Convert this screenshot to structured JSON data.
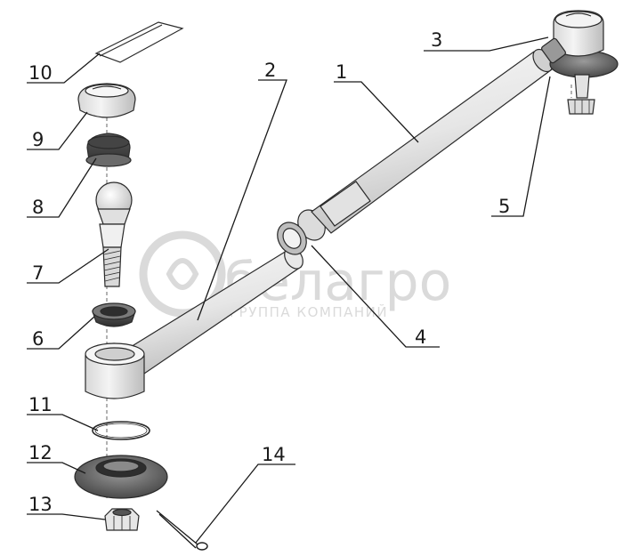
{
  "watermark": {
    "brand": "белагро",
    "subtitle": "ГРУППА КОМПАНИЙ"
  },
  "callouts": [
    {
      "id": "c1",
      "label": "1"
    },
    {
      "id": "c2",
      "label": "2"
    },
    {
      "id": "c3",
      "label": "3"
    },
    {
      "id": "c4",
      "label": "4"
    },
    {
      "id": "c5",
      "label": "5"
    },
    {
      "id": "c6",
      "label": "6"
    },
    {
      "id": "c7",
      "label": "7"
    },
    {
      "id": "c8",
      "label": "8"
    },
    {
      "id": "c9",
      "label": "9"
    },
    {
      "id": "c10",
      "label": "10"
    },
    {
      "id": "c11",
      "label": "11"
    },
    {
      "id": "c12",
      "label": "12"
    },
    {
      "id": "c13",
      "label": "13"
    },
    {
      "id": "c14",
      "label": "14"
    }
  ],
  "colors": {
    "line": "#1a1a1a",
    "part_light": "#eeeeee",
    "part_mid": "#c9c9c9",
    "part_dark": "#6e6e6e",
    "watermark": "#d6d6d6"
  }
}
